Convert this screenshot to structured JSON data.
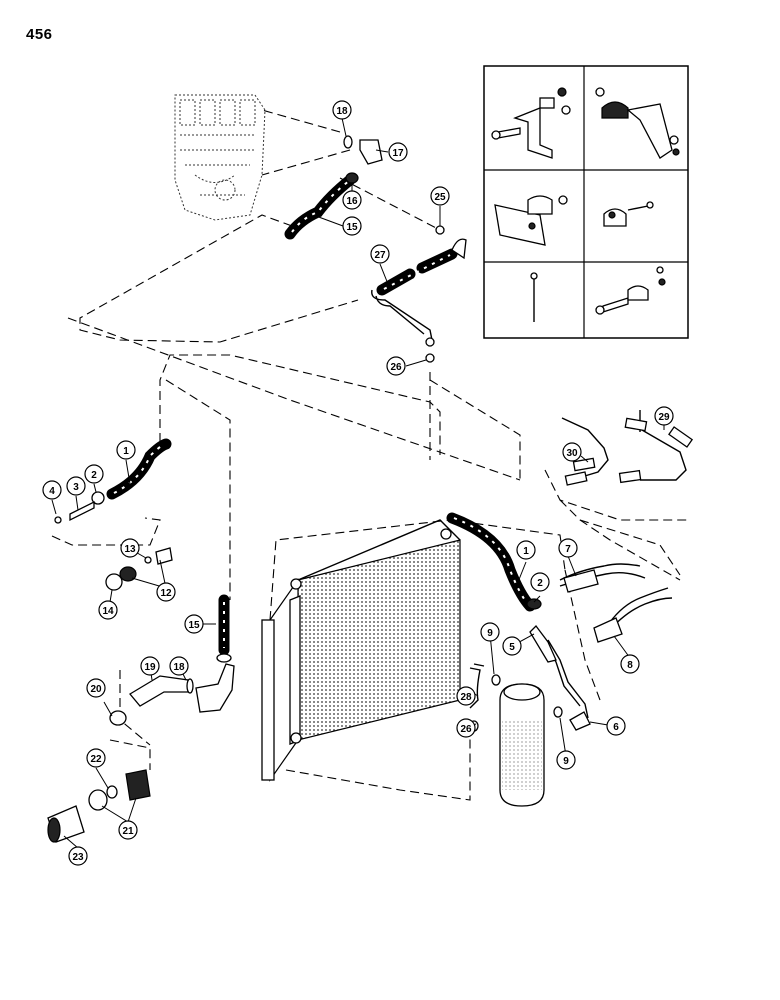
{
  "page": {
    "number": "456"
  },
  "callouts": [
    {
      "id": "c1a",
      "label": "1"
    },
    {
      "id": "c1b",
      "label": "1"
    },
    {
      "id": "c2a",
      "label": "2"
    },
    {
      "id": "c2b",
      "label": "2"
    },
    {
      "id": "c3",
      "label": "3"
    },
    {
      "id": "c4",
      "label": "4"
    },
    {
      "id": "c5",
      "label": "5"
    },
    {
      "id": "c6",
      "label": "6"
    },
    {
      "id": "c7",
      "label": "7"
    },
    {
      "id": "c8",
      "label": "8"
    },
    {
      "id": "c9a",
      "label": "9"
    },
    {
      "id": "c9b",
      "label": "9"
    },
    {
      "id": "c12",
      "label": "12"
    },
    {
      "id": "c13",
      "label": "13"
    },
    {
      "id": "c14",
      "label": "14"
    },
    {
      "id": "c15a",
      "label": "15"
    },
    {
      "id": "c15b",
      "label": "15"
    },
    {
      "id": "c16",
      "label": "16"
    },
    {
      "id": "c17",
      "label": "17"
    },
    {
      "id": "c18a",
      "label": "18"
    },
    {
      "id": "c18b",
      "label": "18"
    },
    {
      "id": "c19",
      "label": "19"
    },
    {
      "id": "c20",
      "label": "20"
    },
    {
      "id": "c21",
      "label": "21"
    },
    {
      "id": "c22",
      "label": "22"
    },
    {
      "id": "c23",
      "label": "23"
    },
    {
      "id": "c25",
      "label": "25"
    },
    {
      "id": "c26a",
      "label": "26"
    },
    {
      "id": "c26b",
      "label": "26"
    },
    {
      "id": "c27",
      "label": "27"
    },
    {
      "id": "c28",
      "label": "28"
    },
    {
      "id": "c29",
      "label": "29"
    },
    {
      "id": "c30",
      "label": "30"
    }
  ],
  "inset": {
    "panels": 6,
    "description_icons": [
      "bracket-icon",
      "clamp-icon",
      "plate-icon",
      "clip-icon",
      "cotter-pin-icon",
      "bolt-clip-icon"
    ]
  }
}
